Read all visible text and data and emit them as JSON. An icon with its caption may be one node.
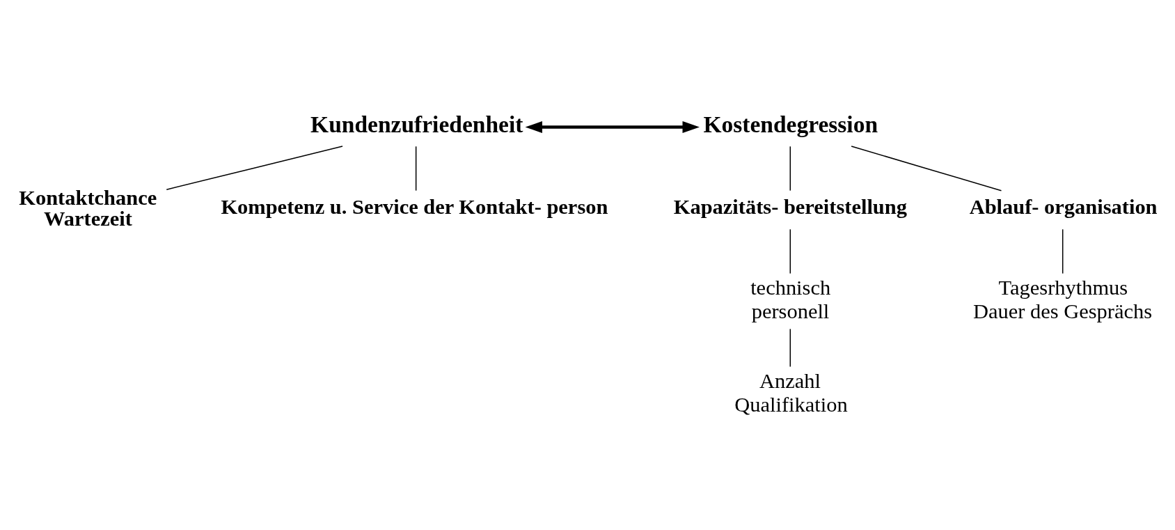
{
  "diagram": {
    "nodes": [
      {
        "text": [
          "Kundenzufriedenheit"
        ]
      },
      {
        "text": [
          "Kostendegression"
        ]
      },
      {
        "text": [
          "Kontaktchance",
          "Wartezeit"
        ]
      },
      {
        "text": [
          "Kompetenz u. Service der Kontakt- person"
        ]
      },
      {
        "text": [
          "Kapazitäts- bereitstellung"
        ]
      },
      {
        "text": [
          "Ablauf- organisation"
        ]
      },
      {
        "text": [
          "technisch",
          "personell"
        ]
      },
      {
        "text": [
          "Tagesrhythmus",
          "Dauer des Gesprächs"
        ]
      },
      {
        "text": [
          "Anzahl",
          "Qualifikation"
        ]
      }
    ],
    "edges": [
      {
        "from": 0,
        "to": 1,
        "arrow": "both",
        "style": "thick"
      },
      {
        "from": 0,
        "to": 2,
        "arrow": "none"
      },
      {
        "from": 0,
        "to": 3,
        "arrow": "none"
      },
      {
        "from": 1,
        "to": 4,
        "arrow": "none"
      },
      {
        "from": 1,
        "to": 5,
        "arrow": "none"
      },
      {
        "from": 4,
        "to": 6,
        "arrow": "none"
      },
      {
        "from": 5,
        "to": 7,
        "arrow": "none"
      },
      {
        "from": 6,
        "to": 8,
        "arrow": "none"
      }
    ]
  }
}
